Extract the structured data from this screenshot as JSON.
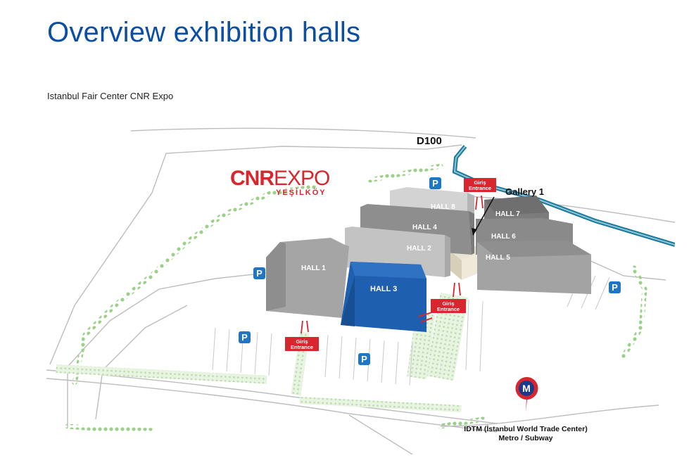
{
  "page": {
    "title": "Overview exhibition halls",
    "subtitle": "Istanbul Fair Center CNR Expo"
  },
  "map": {
    "road_label": "D100",
    "logo": {
      "main_bold": "CNR",
      "main_light": "EXPO",
      "sub": "YEŞİLKÖY"
    },
    "halls": {
      "hall1": "HALL 1",
      "hall2": "HALL 2",
      "hall3": "HALL 3",
      "hall4": "HALL 4",
      "hall5": "HALL 5",
      "hall6": "HALL 6",
      "hall7": "HALL 7",
      "hall8": "HALL 8"
    },
    "gallery_label": "Gallery 1",
    "entrance": {
      "line1": "Giriş",
      "line2": "Entrance"
    },
    "parking_label": "P",
    "metro": {
      "icon_letter": "M",
      "line1": "IDTM (İstanbul World Trade Center)",
      "line2": "Metro / Subway"
    },
    "colors": {
      "title_blue": "#0b4ea2",
      "hall_grey": "#9a9a9a",
      "hall_blue": "#1f5fb0",
      "logo_red": "#d7262d",
      "entrance_red": "#d7262d",
      "parking_blue": "#1e76c4",
      "water": "#1b7a9a"
    }
  }
}
